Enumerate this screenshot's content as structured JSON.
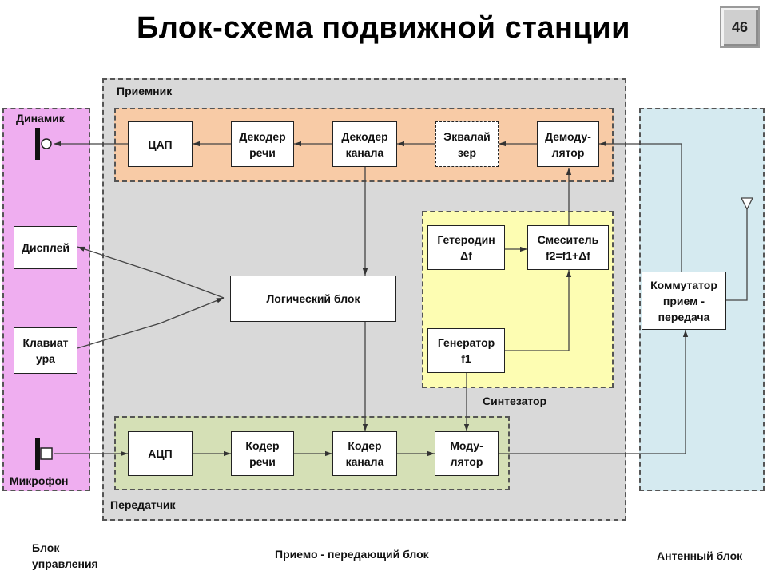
{
  "slide": {
    "title": "Блок-схема подвижной станции",
    "number": "46"
  },
  "regions": {
    "receiver": "Приемник",
    "transmitter": "Передатчик",
    "synthesizer": "Синтезатор",
    "control_block": "Блок\nуправления",
    "transceiver_block": "Приемо - передающий блок",
    "antenna_block": "Антенный блок"
  },
  "blocks": {
    "speaker": "Динамик",
    "display": "Дисплей",
    "keyboard": "Клавиат\nура",
    "microphone": "Микрофон",
    "dac": "ЦАП",
    "speech_decoder": "Декодер\nречи",
    "channel_decoder": "Декодер\nканала",
    "equalizer": "Эквалай\nзер",
    "demodulator": "Демоду-\nлятор",
    "local_oscillator": "Гетеродин\nΔf",
    "mixer": "Смеситель\nf2=f1+Δf",
    "generator": "Генератор\nf1",
    "logic_block": "Логический блок",
    "adc": "АЦП",
    "speech_coder": "Кодер\nречи",
    "channel_coder": "Кодер\nканала",
    "modulator": "Моду-\nлятор",
    "switch": "Коммутатор\nприем -\nпередача"
  },
  "colors": {
    "control_region": "#efaef0",
    "main_region": "#d9d9d9",
    "antenna_region": "#d5eaf0",
    "receiver_region": "#f8cba6",
    "synthesizer_region": "#fdfdb2",
    "transmitter_region": "#d5e0b6"
  }
}
